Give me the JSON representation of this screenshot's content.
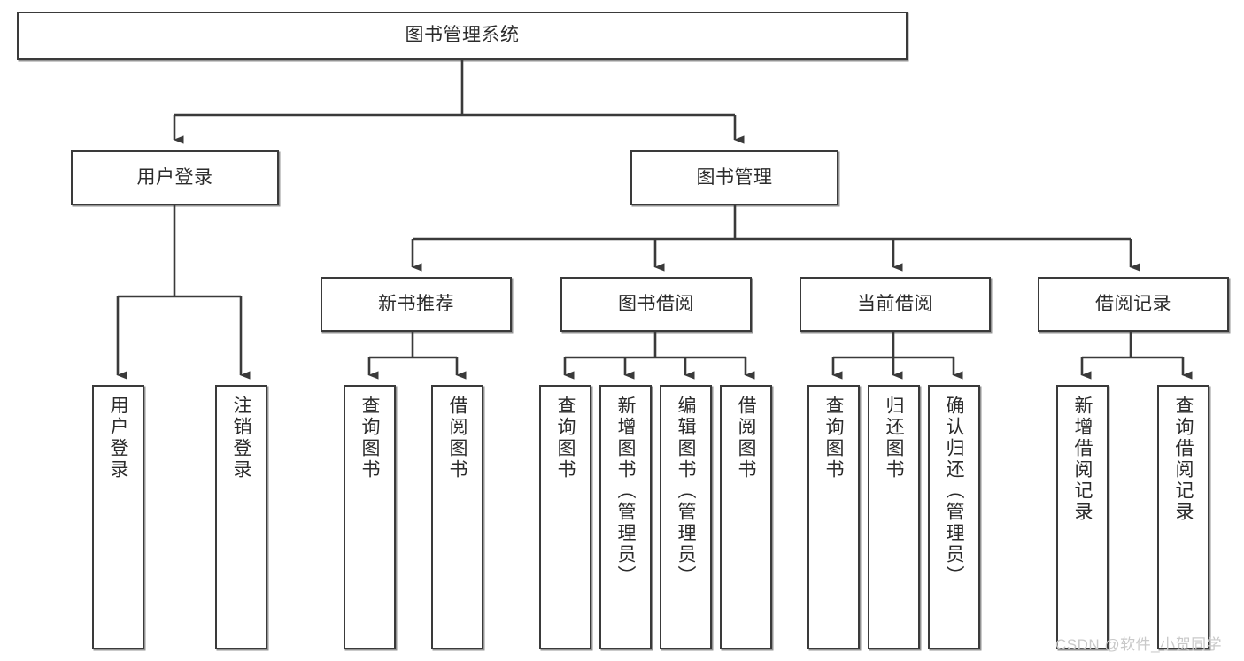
{
  "diagram": {
    "title_node": {
      "id": "root",
      "label": "图书管理系统"
    },
    "level2": [
      {
        "id": "user-login",
        "label": "用户登录"
      },
      {
        "id": "book-manage",
        "label": "图书管理"
      }
    ],
    "level3": [
      {
        "id": "new-book-rec",
        "label": "新书推荐"
      },
      {
        "id": "book-borrow",
        "label": "图书借阅"
      },
      {
        "id": "current-borrow",
        "label": "当前借阅"
      },
      {
        "id": "borrow-record",
        "label": "借阅记录"
      }
    ],
    "leaves": [
      {
        "id": "leaf-user-login",
        "label": "用户登录",
        "parent": "user-login"
      },
      {
        "id": "leaf-logout",
        "label": "注销登录",
        "parent": "user-login"
      },
      {
        "id": "leaf-query-book-1",
        "label": "查询图书",
        "parent": "new-book-rec"
      },
      {
        "id": "leaf-borrow-book-1",
        "label": "借阅图书",
        "parent": "new-book-rec"
      },
      {
        "id": "leaf-query-book-2",
        "label": "查询图书",
        "parent": "book-borrow"
      },
      {
        "id": "leaf-add-book",
        "label": "新增图书（管理员）",
        "parent": "book-borrow"
      },
      {
        "id": "leaf-edit-book",
        "label": "编辑图书（管理员）",
        "parent": "book-borrow"
      },
      {
        "id": "leaf-borrow-book-2",
        "label": "借阅图书",
        "parent": "book-borrow"
      },
      {
        "id": "leaf-query-book-3",
        "label": "查询图书",
        "parent": "current-borrow"
      },
      {
        "id": "leaf-return-book",
        "label": "归还图书",
        "parent": "current-borrow"
      },
      {
        "id": "leaf-confirm-return",
        "label": "确认归还（管理员）",
        "parent": "current-borrow"
      },
      {
        "id": "leaf-add-record",
        "label": "新增借阅记录",
        "parent": "borrow-record"
      },
      {
        "id": "leaf-query-record",
        "label": "查询借阅记录",
        "parent": "borrow-record"
      }
    ]
  },
  "watermark": {
    "text": "CSDN @软件_小贺同学"
  },
  "colors": {
    "stroke": "#3a3a3a",
    "text": "#2b2b2b",
    "background": "#ffffff",
    "watermark": "#c9c9c9"
  }
}
